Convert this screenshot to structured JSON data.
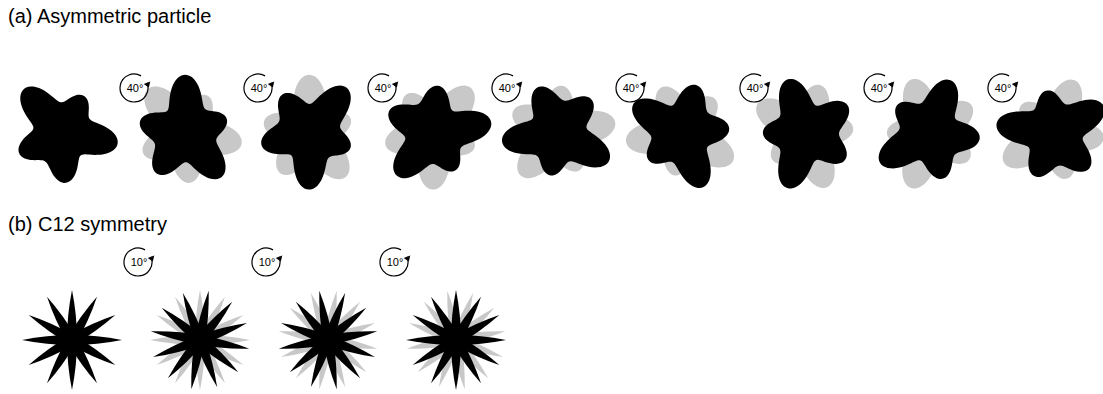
{
  "diagram": {
    "labels": [
      "(a) Asymmetric particle",
      "40°",
      "40°",
      "40°",
      "40°",
      "40°",
      "40°",
      "40°",
      "40°",
      "(b) C12 symmetry",
      "10°",
      "10°",
      "10°"
    ]
  }
}
